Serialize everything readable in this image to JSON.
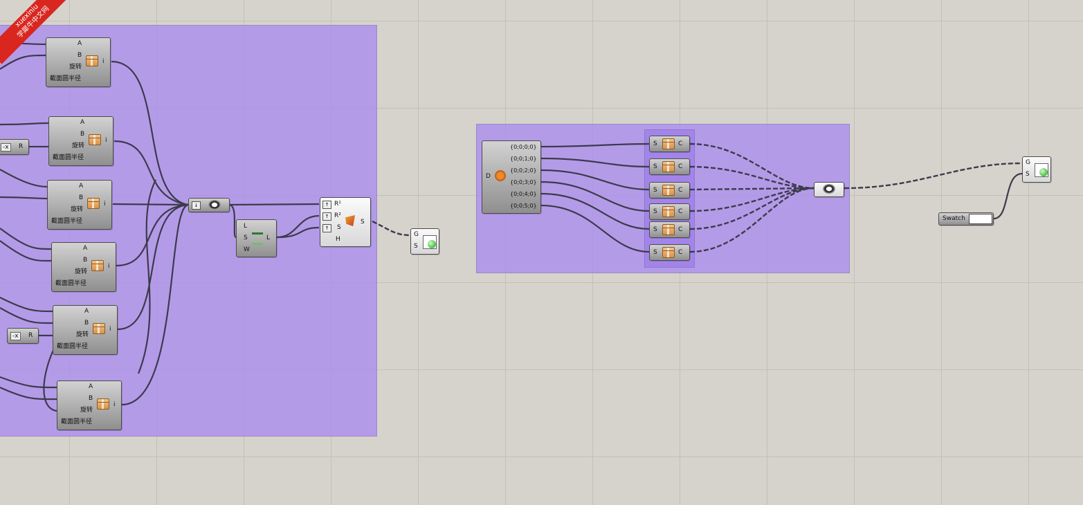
{
  "watermark": {
    "line1": "xuexiniu",
    "line2": "学犀牛中文网"
  },
  "left_group": {
    "boxes": [
      {
        "inputs": [
          "A",
          "B",
          "旋转",
          "截面圆半径"
        ],
        "output": "i"
      },
      {
        "inputs": [
          "A",
          "B",
          "旋转",
          "截面圆半径"
        ],
        "output": "i"
      },
      {
        "inputs": [
          "A",
          "B",
          "旋转",
          "截面圆半径"
        ],
        "output": "i"
      },
      {
        "inputs": [
          "A",
          "B",
          "旋转",
          "截面圆半径"
        ],
        "output": "i"
      },
      {
        "inputs": [
          "A",
          "B",
          "旋转",
          "截面圆半径"
        ],
        "output": "i"
      },
      {
        "inputs": [
          "A",
          "B",
          "旋转",
          "截面圆半径"
        ],
        "output": "i"
      }
    ],
    "negate_1": {
      "symbol": "-x",
      "output": "R"
    },
    "negate_2": {
      "symbol": "-x",
      "output": "R"
    },
    "list_length": {
      "inputs": [
        "L",
        "S",
        "W"
      ],
      "output": "L"
    },
    "curve_comp": {
      "inputs": [
        "R¹",
        "R²",
        "S",
        "H"
      ],
      "output": "S"
    }
  },
  "preview_1": {
    "inputs": [
      "G",
      "S"
    ]
  },
  "right_group": {
    "tree": {
      "input": "D",
      "outputs": [
        "{0;0;0;0}",
        "{0;0;1;0}",
        "{0;0;2;0}",
        "{0;0;3;0}",
        "{0;0;4;0}",
        "{0;0;5;0}"
      ]
    },
    "clusters": [
      {
        "input": "S",
        "output": "C"
      },
      {
        "input": "S",
        "output": "C"
      },
      {
        "input": "S",
        "output": "C"
      },
      {
        "input": "S",
        "output": "C"
      },
      {
        "input": "S",
        "output": "C"
      },
      {
        "input": "S",
        "output": "C"
      }
    ]
  },
  "preview_2": {
    "inputs": [
      "G",
      "S"
    ]
  },
  "swatch": {
    "label": "Swatch",
    "color": "#ffffff"
  },
  "colors": {
    "canvas": "#d6d3cc",
    "group": "#b6a2ec",
    "component": "#a9a9a9",
    "wire": "#3c3c4c"
  }
}
